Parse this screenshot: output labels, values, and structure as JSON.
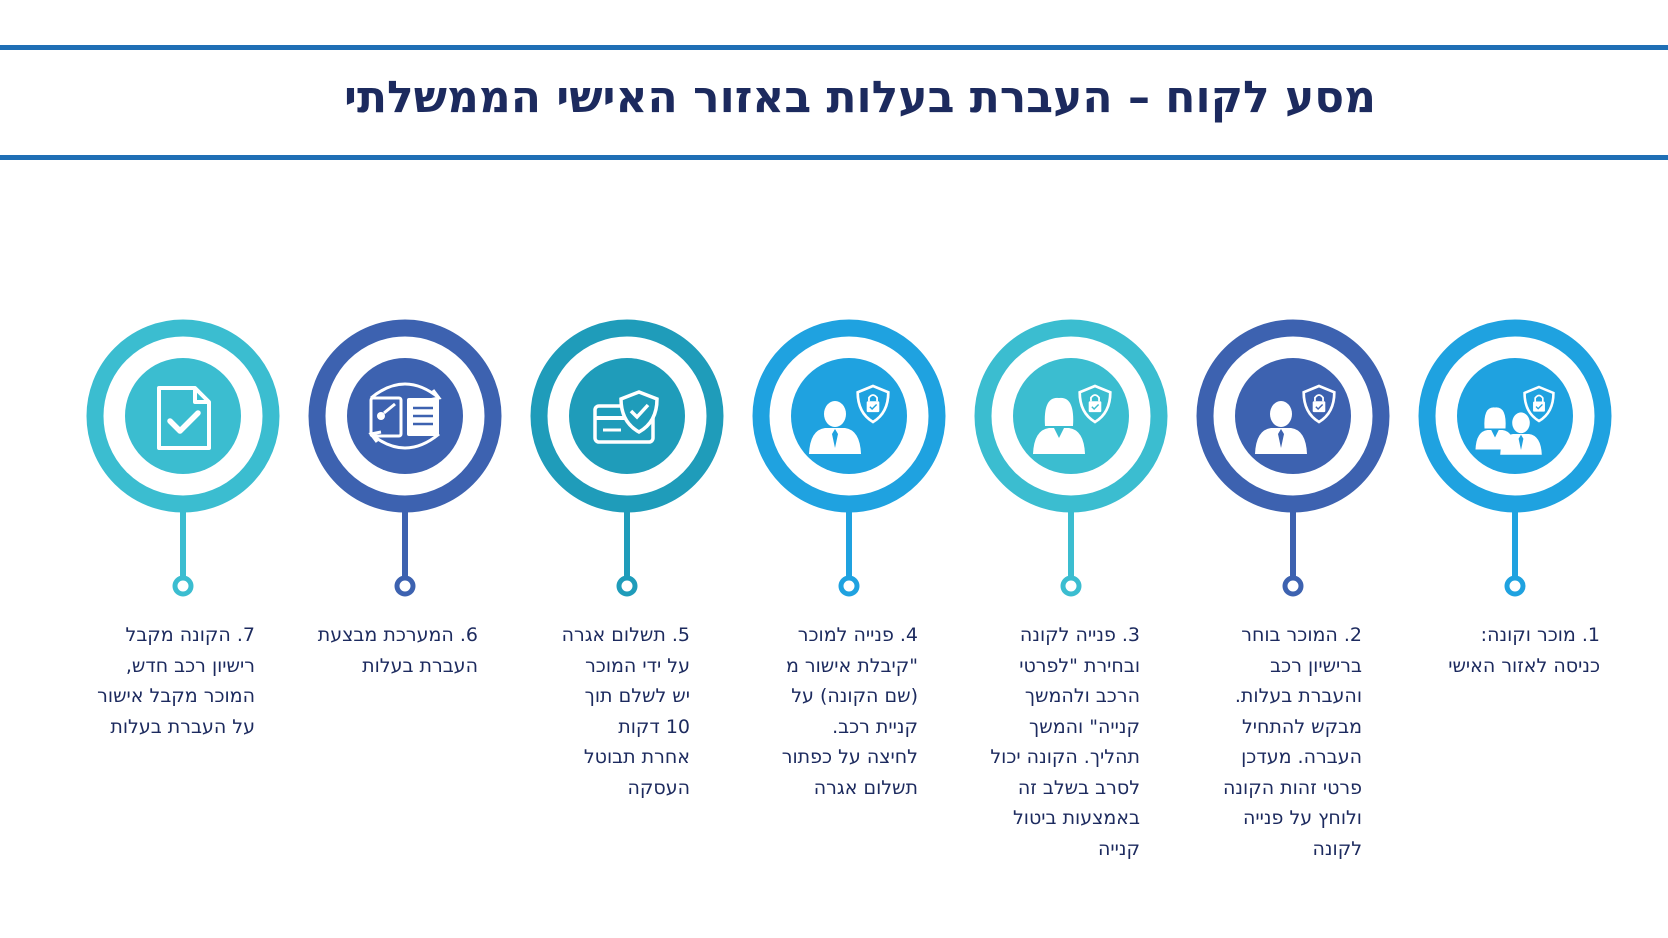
{
  "title": "מסע לקוח – העברת בעלות באזור האישי הממשלתי",
  "colors": {
    "rule": "#1f6fb5",
    "title": "#1c2a5e",
    "text": "#1c2a5e",
    "teal": "#3bbdd0",
    "navy": "#3d62b0",
    "blue": "#1fa2e0",
    "darkteal": "#1f9cba"
  },
  "steps": [
    {
      "number": "1.",
      "icon": "buyer-seller-shield-icon",
      "color": "#1fa2e0",
      "lines": [
        "1. מוכר וקונה:",
        "כניסה לאזור האישי"
      ]
    },
    {
      "number": "2.",
      "icon": "seller-shield-icon",
      "color": "#3d62b0",
      "lines": [
        "2. המוכר בוחר",
        "ברישיון רכב",
        "והעברת בעלות.",
        "מבקש להתחיל",
        "העברה. מעדכן",
        "פרטי זהות הקונה",
        "ולוחץ על פנייה",
        "לקונה"
      ]
    },
    {
      "number": "3.",
      "icon": "buyer-woman-shield-icon",
      "color": "#3bbdd0",
      "lines": [
        "3. פנייה לקונה",
        "ובחירת \"לפרטי",
        "הרכב ולהמשך",
        "קנייה\" והמשך",
        "תהליך. הקונה יכול",
        "לסרב בשלב זה",
        "באמצעות ביטול",
        "קנייה"
      ]
    },
    {
      "number": "4.",
      "icon": "seller-approval-shield-icon",
      "color": "#1fa2e0",
      "lines": [
        "4. פנייה למוכר",
        "\"קיבלת אישור מ",
        "(שם הקונה) על",
        "קניית רכב.",
        "לחיצה על כפתור",
        "תשלום אגרה"
      ]
    },
    {
      "number": "5.",
      "icon": "payment-card-shield-icon",
      "color": "#1f9cba",
      "lines": [
        "5. תשלום אגרה",
        "על ידי המוכר",
        "יש לשלם תוך",
        "10 דקות",
        "אחרת תבוטל",
        "העסקה"
      ]
    },
    {
      "number": "6.",
      "icon": "document-exchange-icon",
      "color": "#3d62b0",
      "lines": [
        "6. המערכת מבצעת",
        "העברת בעלות"
      ]
    },
    {
      "number": "7.",
      "icon": "document-check-icon",
      "color": "#3bbdd0",
      "lines": [
        "7. הקונה מקבל",
        "רישיון רכב חדש,",
        "המוכר מקבל אישור",
        "על העברת בעלות"
      ]
    }
  ]
}
